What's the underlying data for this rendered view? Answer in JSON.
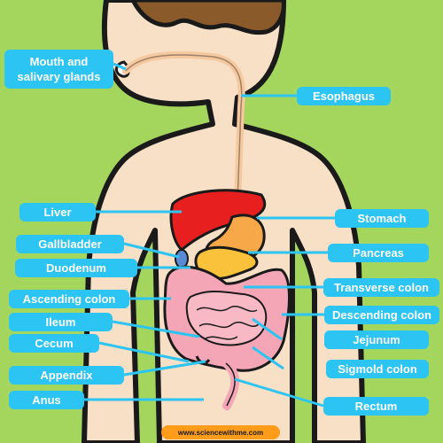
{
  "colors": {
    "background": "#a4d65e",
    "skin": "#f7e0c6",
    "hair": "#8a5a2b",
    "label": "#2cc4f2",
    "liver": "#e81f1f",
    "stomach": "#f7a94a",
    "pancreas": "#f9c23a",
    "intestine": "#f5a6b6",
    "gallbladder": "#5a8ad6",
    "esophagus": "#f6c89e"
  },
  "labels": {
    "mouth": "Mouth and\nsalivary glands",
    "esophagus": "Esophagus",
    "liver": "Liver",
    "stomach": "Stomach",
    "gallbladder": "Gallbladder",
    "pancreas": "Pancreas",
    "duodenum": "Duodenum",
    "transverse_colon": "Transverse colon",
    "ascending_colon": "Ascending colon",
    "descending_colon": "Descending colon",
    "ileum": "Ileum",
    "jejunum": "Jejunum",
    "cecum": "Cecum",
    "sigmoid_colon": "Sigmold colon",
    "appendix": "Appendix",
    "anus": "Anus",
    "rectum": "Rectum"
  },
  "credit": "www.sciencewithme.com"
}
